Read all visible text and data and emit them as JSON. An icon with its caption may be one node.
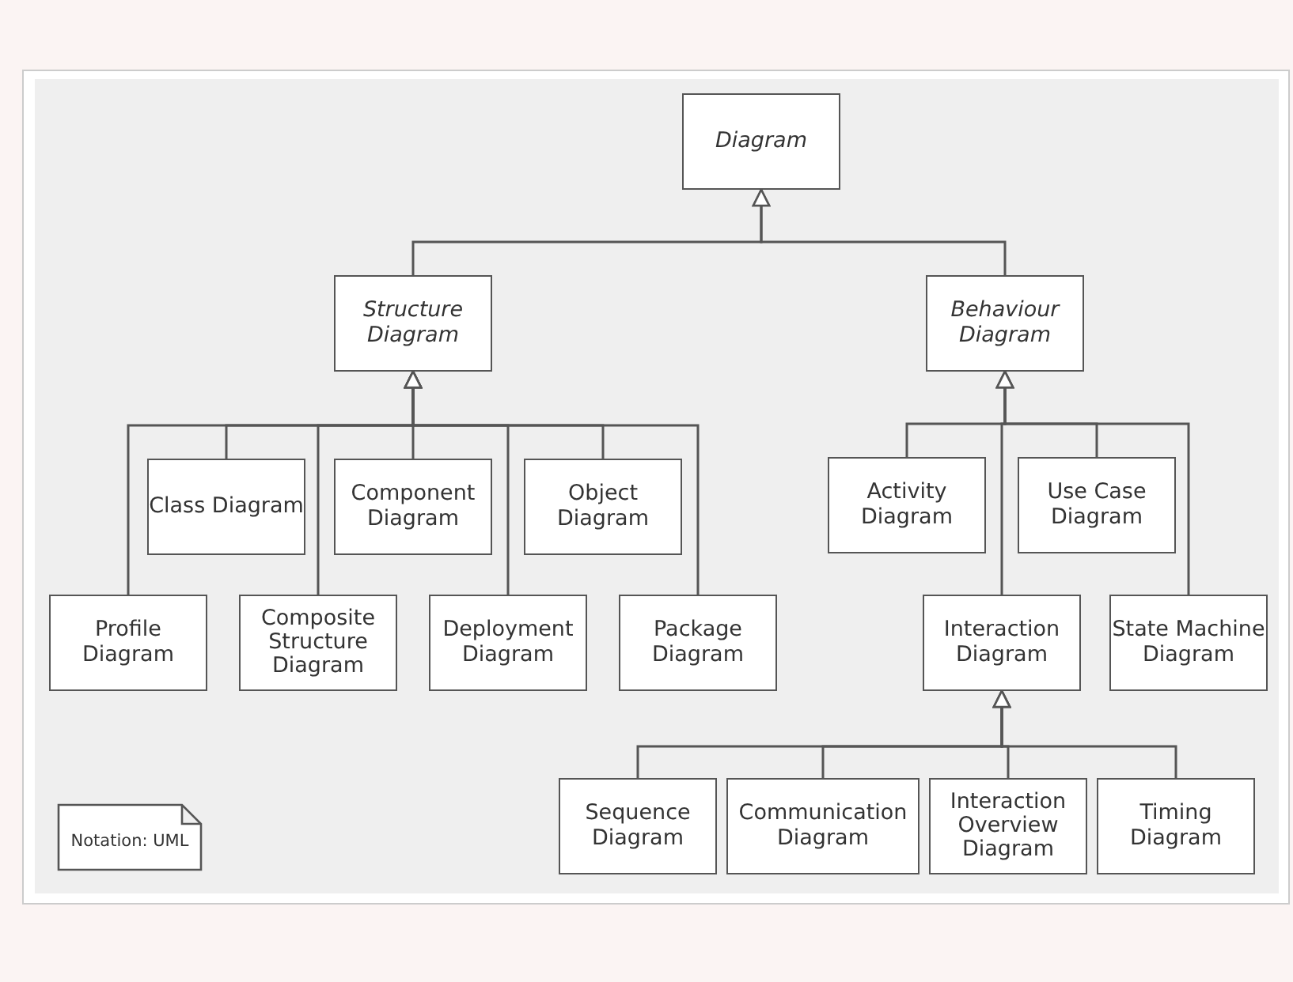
{
  "diagram": {
    "nodes": [
      {
        "text": [
          "Diagram"
        ]
      },
      {
        "text": [
          "Structure Diagram"
        ]
      },
      {
        "text": [
          "Behaviour Diagram"
        ]
      },
      {
        "text": [
          "Class Diagram"
        ]
      },
      {
        "text": [
          "Component Diagram"
        ]
      },
      {
        "text": [
          "Object Diagram"
        ]
      },
      {
        "text": [
          "Profile Diagram"
        ]
      },
      {
        "text": [
          "Composite Structure Diagram"
        ]
      },
      {
        "text": [
          "Deployment Diagram"
        ]
      },
      {
        "text": [
          "Package Diagram"
        ]
      },
      {
        "text": [
          "Activity Diagram"
        ]
      },
      {
        "text": [
          "Use Case Diagram"
        ]
      },
      {
        "text": [
          "Interaction Diagram"
        ]
      },
      {
        "text": [
          "State Machine Diagram"
        ]
      },
      {
        "text": [
          "Sequence Diagram"
        ]
      },
      {
        "text": [
          "Communication Diagram"
        ]
      },
      {
        "text": [
          "Interaction Overview Diagram"
        ]
      },
      {
        "text": [
          "Timing Diagram"
        ]
      },
      {
        "text": [
          "Notation: UML"
        ]
      }
    ],
    "edges": [
      {
        "from": 1,
        "to": 0,
        "arrow": "to"
      },
      {
        "from": 2,
        "to": 0,
        "arrow": "to"
      },
      {
        "from": 6,
        "to": 1,
        "arrow": "to"
      },
      {
        "from": 3,
        "to": 1,
        "arrow": "to"
      },
      {
        "from": 7,
        "to": 1,
        "arrow": "to"
      },
      {
        "from": 4,
        "to": 1,
        "arrow": "to"
      },
      {
        "from": 8,
        "to": 1,
        "arrow": "to"
      },
      {
        "from": 5,
        "to": 1,
        "arrow": "to"
      },
      {
        "from": 9,
        "to": 1,
        "arrow": "to"
      },
      {
        "from": 10,
        "to": 2,
        "arrow": "to"
      },
      {
        "from": 12,
        "to": 2,
        "arrow": "to"
      },
      {
        "from": 11,
        "to": 2,
        "arrow": "to"
      },
      {
        "from": 13,
        "to": 2,
        "arrow": "to"
      },
      {
        "from": 14,
        "to": 12,
        "arrow": "to"
      },
      {
        "from": 15,
        "to": 12,
        "arrow": "to"
      },
      {
        "from": 16,
        "to": 12,
        "arrow": "to"
      },
      {
        "from": 17,
        "to": 12,
        "arrow": "to"
      }
    ]
  }
}
